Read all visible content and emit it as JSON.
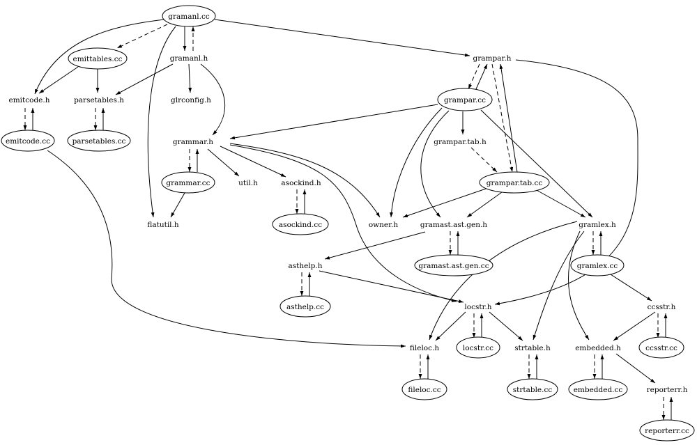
{
  "graph": {
    "nodes": {
      "gramanl_cc": "gramanl.cc",
      "emittables_cc": "emittables.cc",
      "gramanl_h": "gramanl.h",
      "grampar_h": "grampar.h",
      "emitcode_h": "emitcode.h",
      "parsetables_h": "parsetables.h",
      "glrconfig_h": "glrconfig.h",
      "grampar_cc": "grampar.cc",
      "emitcode_cc": "emitcode.cc",
      "parsetables_cc": "parsetables.cc",
      "grammar_h": "grammar.h",
      "grampar_tab_h": "grampar.tab.h",
      "grammar_cc": "grammar.cc",
      "util_h": "util.h",
      "asockind_h": "asockind.h",
      "grampar_tab_cc": "grampar.tab.cc",
      "flatutil_h": "flatutil.h",
      "asockind_cc": "asockind.cc",
      "owner_h": "owner.h",
      "gramast_ast_gen_h": "gramast.ast.gen.h",
      "gramlex_h": "gramlex.h",
      "asthelp_h": "asthelp.h",
      "gramast_ast_gen_cc": "gramast.ast.gen.cc",
      "gramlex_cc": "gramlex.cc",
      "locstr_h": "locstr.h",
      "ccsstr_h": "ccsstr.h",
      "asthelp_cc": "asthelp.cc",
      "fileloc_h": "fileloc.h",
      "locstr_cc": "locstr.cc",
      "strtable_h": "strtable.h",
      "embedded_h": "embedded.h",
      "ccsstr_cc": "ccsstr.cc",
      "fileloc_cc": "fileloc.cc",
      "strtable_cc": "strtable.cc",
      "embedded_cc": "embedded.cc",
      "reporterr_h": "reporterr.h",
      "reporterr_cc": "reporterr.cc"
    }
  }
}
